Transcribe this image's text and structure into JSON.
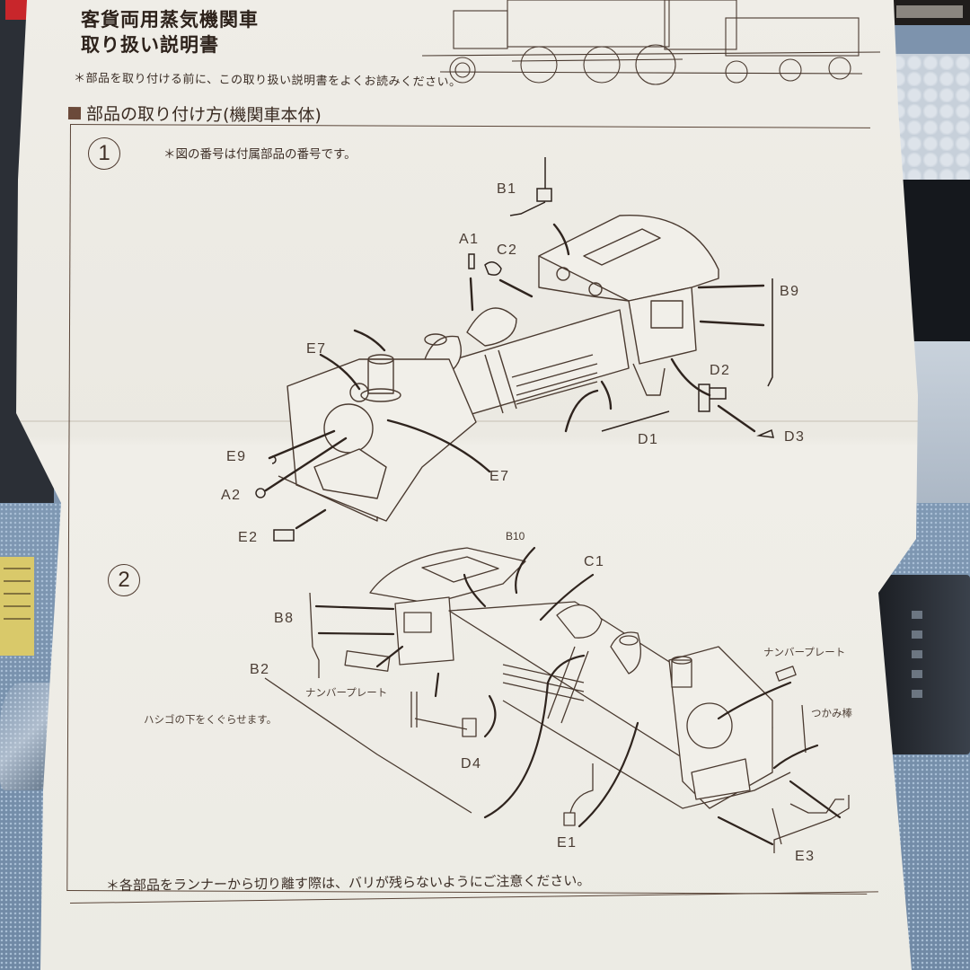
{
  "document": {
    "title_line1": "客貨両用蒸気機関車",
    "title_line2": "取り扱い説明書",
    "intro_note": "＊部品を取り付ける前に、この取り扱い説明書をよくお読みください。",
    "section_heading": "部品の取り付け方(機関車本体)",
    "footer_note": "＊各部品をランナーから切り離す際は、バリが残らないようにご注意ください。"
  },
  "step1": {
    "number": "1",
    "note": "＊図の番号は付属部品の番号です。",
    "part_labels": [
      "B1",
      "A1",
      "C2",
      "B9",
      "E7",
      "D2",
      "D1",
      "D3",
      "E9",
      "E7",
      "A2",
      "E2"
    ]
  },
  "step2": {
    "number": "2",
    "part_labels": [
      "B10",
      "C1",
      "B8",
      "B2",
      "D4",
      "E1",
      "E3"
    ],
    "number_plate_label_rear": "ナンバープレート",
    "number_plate_label_front": "ナンバープレート",
    "grab_bar_label": "つかみ棒",
    "ladder_note": "ハシゴの下をくぐらせます。"
  },
  "colors": {
    "paper": "#eceae3",
    "ink": "#3e2e25",
    "section_square": "#6b4a3a",
    "background_cloth": "#7f98b3"
  }
}
